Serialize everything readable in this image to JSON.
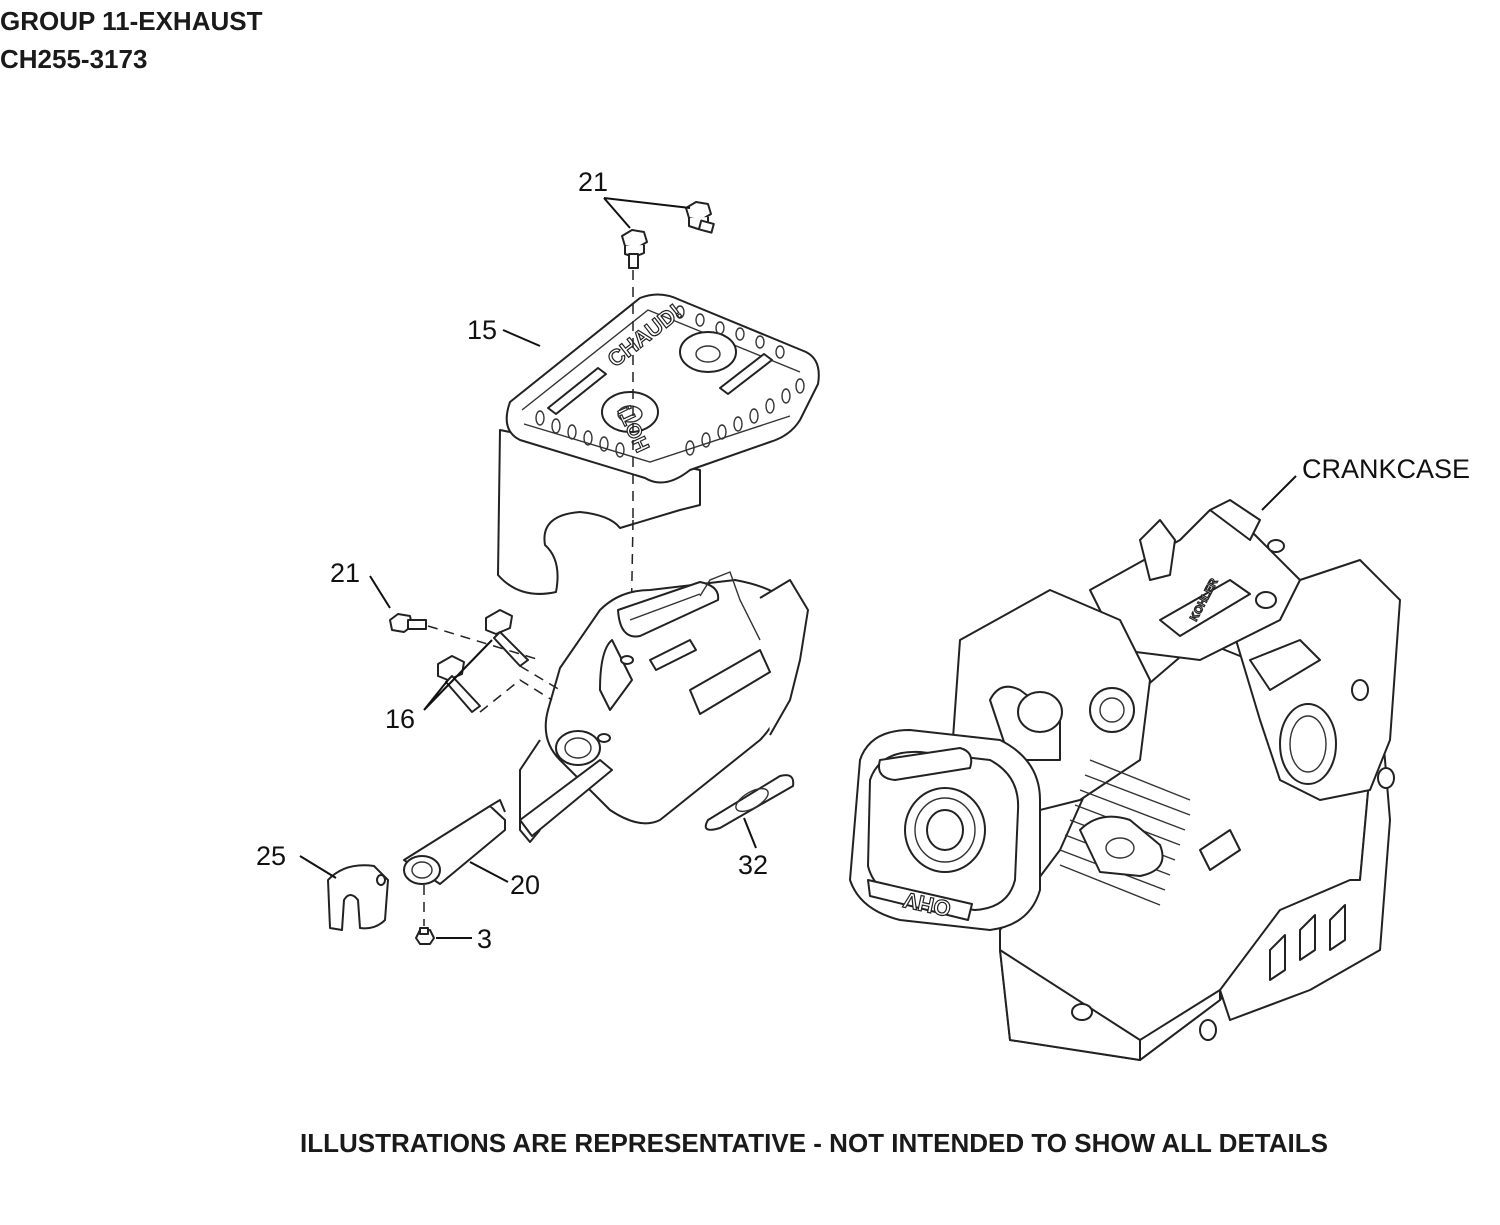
{
  "header": {
    "group": "GROUP 11-EXHAUST",
    "model": "CH255-3173"
  },
  "callouts": {
    "c21_top": "21",
    "c15": "15",
    "c21_left": "21",
    "c16": "16",
    "c25": "25",
    "c20": "20",
    "c3": "3",
    "c32": "32",
    "crankcase": "CRANKCASE"
  },
  "emboss": {
    "chaud": "CHAUD!",
    "hot": "HOT!",
    "ohv": "OHV",
    "kohler": "KOHLER"
  },
  "footer": {
    "note": "ILLUSTRATIONS ARE REPRESENTATIVE - NOT INTENDED TO SHOW ALL DETAILS"
  },
  "colors": {
    "line": "#111111",
    "background": "#ffffff"
  }
}
